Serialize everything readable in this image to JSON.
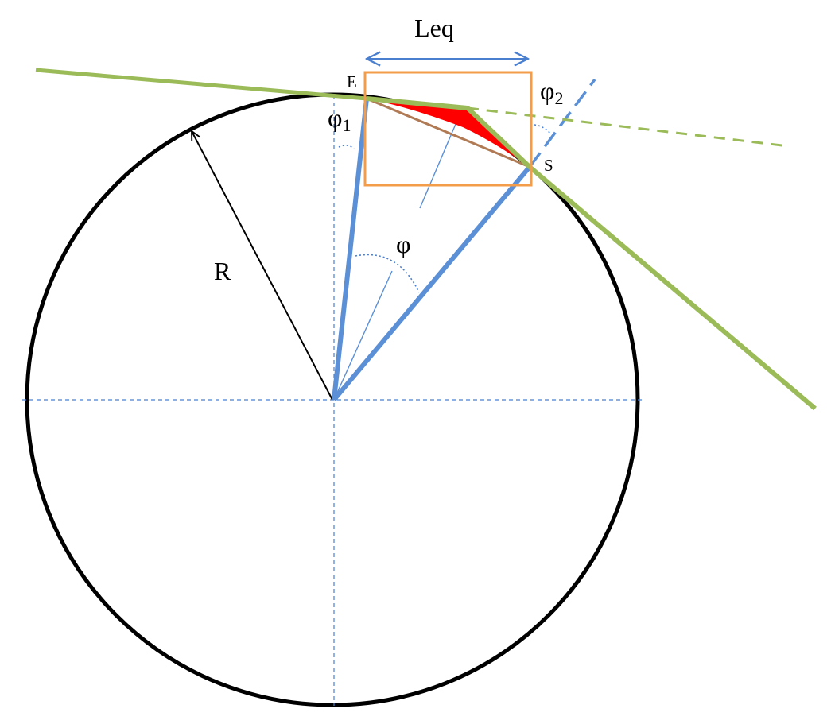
{
  "labels": {
    "leq": "Leq",
    "e": "E",
    "s": "S",
    "r": "R",
    "phi": "φ",
    "phi1_symbol": "φ",
    "phi1_subscript": "1",
    "phi2_symbol": "φ",
    "phi2_subscript": "2"
  },
  "colors": {
    "circle": "#000000",
    "radius_arrow": "#000000",
    "axis_dashed": "#4a7fcf",
    "blue_line": "#5b8fd6",
    "green_line": "#9bbb59",
    "orange_box": "#f39c4a",
    "red_fill": "#ff0000",
    "brown_chord": "#b07a54"
  }
}
